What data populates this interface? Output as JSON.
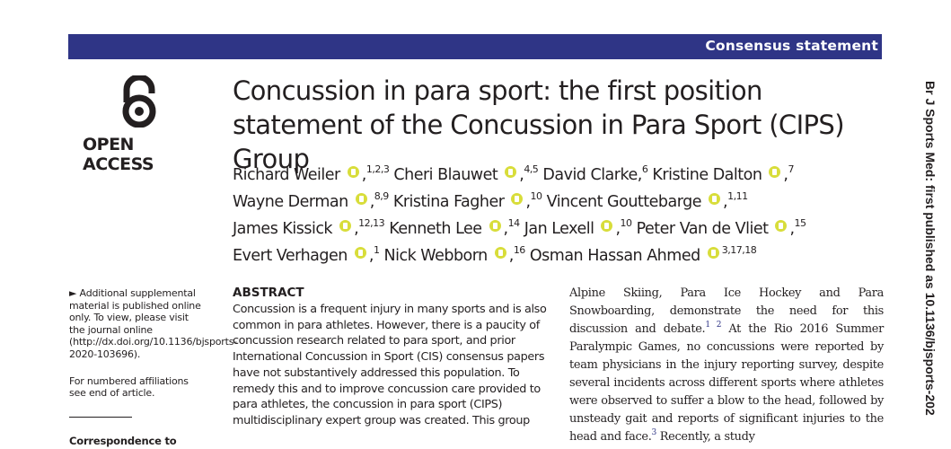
{
  "banner": {
    "label": "Consensus statement"
  },
  "open_access": {
    "label": "OPEN ACCESS",
    "icon": "open-access-icon"
  },
  "title": "Concussion in para sport: the first position statement of the Concussion in Para Sport (CIPS) Group",
  "authors": [
    {
      "name": "Richard Weiler",
      "aff": "1,2,3"
    },
    {
      "name": "Cheri Blauwet",
      "aff": "4,5"
    },
    {
      "name": "David Clarke,",
      "aff": "6"
    },
    {
      "name": "Kristine Dalton",
      "aff": "7"
    },
    {
      "name": "Wayne Derman",
      "aff": "8,9"
    },
    {
      "name": "Kristina Fagher",
      "aff": "10"
    },
    {
      "name": "Vincent Gouttebarge",
      "aff": "1,11"
    },
    {
      "name": "James Kissick",
      "aff": "12,13"
    },
    {
      "name": "Kenneth Lee",
      "aff": "14"
    },
    {
      "name": "Jan Lexell",
      "aff": "10"
    },
    {
      "name": "Peter Van de Vliet",
      "aff": "15"
    },
    {
      "name": "Evert Verhagen",
      "aff": "1"
    },
    {
      "name": "Nick Webborn",
      "aff": "16"
    },
    {
      "name": "Osman Hassan Ahmed",
      "aff": "3,17,18"
    }
  ],
  "journal_sidebar": "Br J Sports Med: first published as 10.1136/bjsports-202",
  "sidebar": {
    "supplemental": "► Additional supplemental material is published online only. To view, please visit the journal online (http://dx.doi.org/10.1136/bjsports-2020-103696).",
    "affiliations": "For numbered affiliations see end of article.",
    "correspondence": "Correspondence to"
  },
  "abstract": {
    "heading": "ABSTRACT",
    "text": "Concussion is a frequent injury in many sports and is also common in para athletes. However, there is a paucity of concussion research related to para sport, and prior International Concussion in Sport (CIS) consensus papers have not substantively addressed this population. To remedy this and to improve concussion care provided to para athletes, the concussion in para sport (CIPS) multidisciplinary expert group was created. This group"
  },
  "body": {
    "t1": "Alpine Skiing, Para Ice Hockey and Para Snowboarding, demonstrate the need for this discussion and debate.",
    "ref1": "1 2",
    "t2": " At the Rio 2016 Summer Paralympic Games, no concussions were reported by team physicians in the injury reporting survey, despite several incidents across different sports where athletes were observed to suffer a blow to the head, followed by unsteady gait and reports of significant injuries to the head and face.",
    "ref2": "3",
    "t3": " Recently, a study"
  },
  "colors": {
    "banner": "#2f3586",
    "orcid": "#d8dd3a",
    "text": "#231f20"
  }
}
